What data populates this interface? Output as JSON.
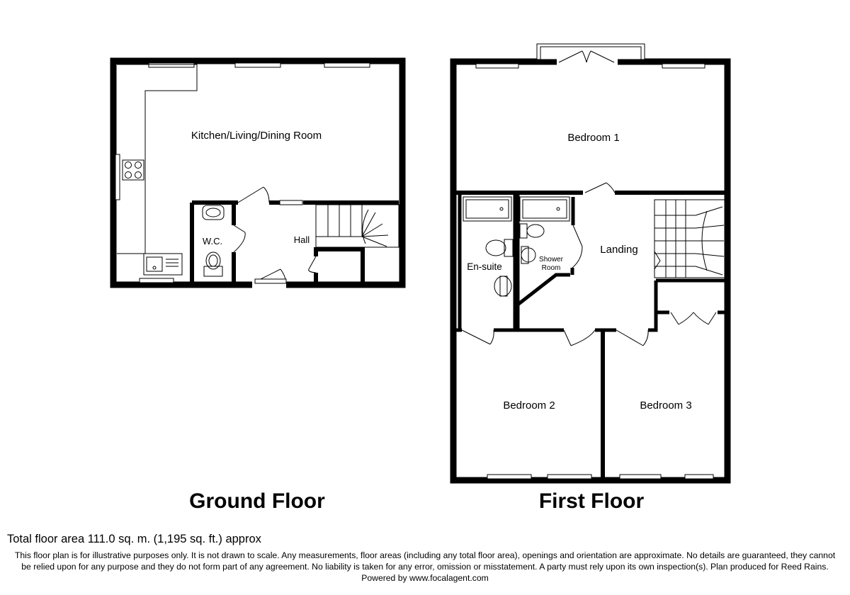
{
  "ground_floor": {
    "title": "Ground Floor",
    "rooms": {
      "kitchen": "Kitchen/Living/Dining Room",
      "wc": "W.C.",
      "hall": "Hall"
    }
  },
  "first_floor": {
    "title": "First Floor",
    "rooms": {
      "bedroom1": "Bedroom 1",
      "ensuite": "En-suite",
      "shower_line1": "Shower",
      "shower_line2": "Room",
      "landing": "Landing",
      "bedroom2": "Bedroom 2",
      "bedroom3": "Bedroom 3"
    }
  },
  "footer": {
    "total_area": "Total floor area 111.0 sq. m. (1,195 sq. ft.) approx",
    "disclaimer": "This floor plan is for illustrative purposes only. It is not drawn to scale. Any measurements, floor areas (including any total floor area), openings and orientation are approximate. No details are guaranteed, they cannot be relied upon for any purpose and they do not form part of any agreement. No liability is taken for any error, omission or misstatement. A party must rely upon its own inspection(s). Plan produced for Reed Rains. Powered by www.focalagent.com"
  },
  "colors": {
    "wall": "#000000",
    "background": "#ffffff",
    "fixture": "#000000"
  }
}
